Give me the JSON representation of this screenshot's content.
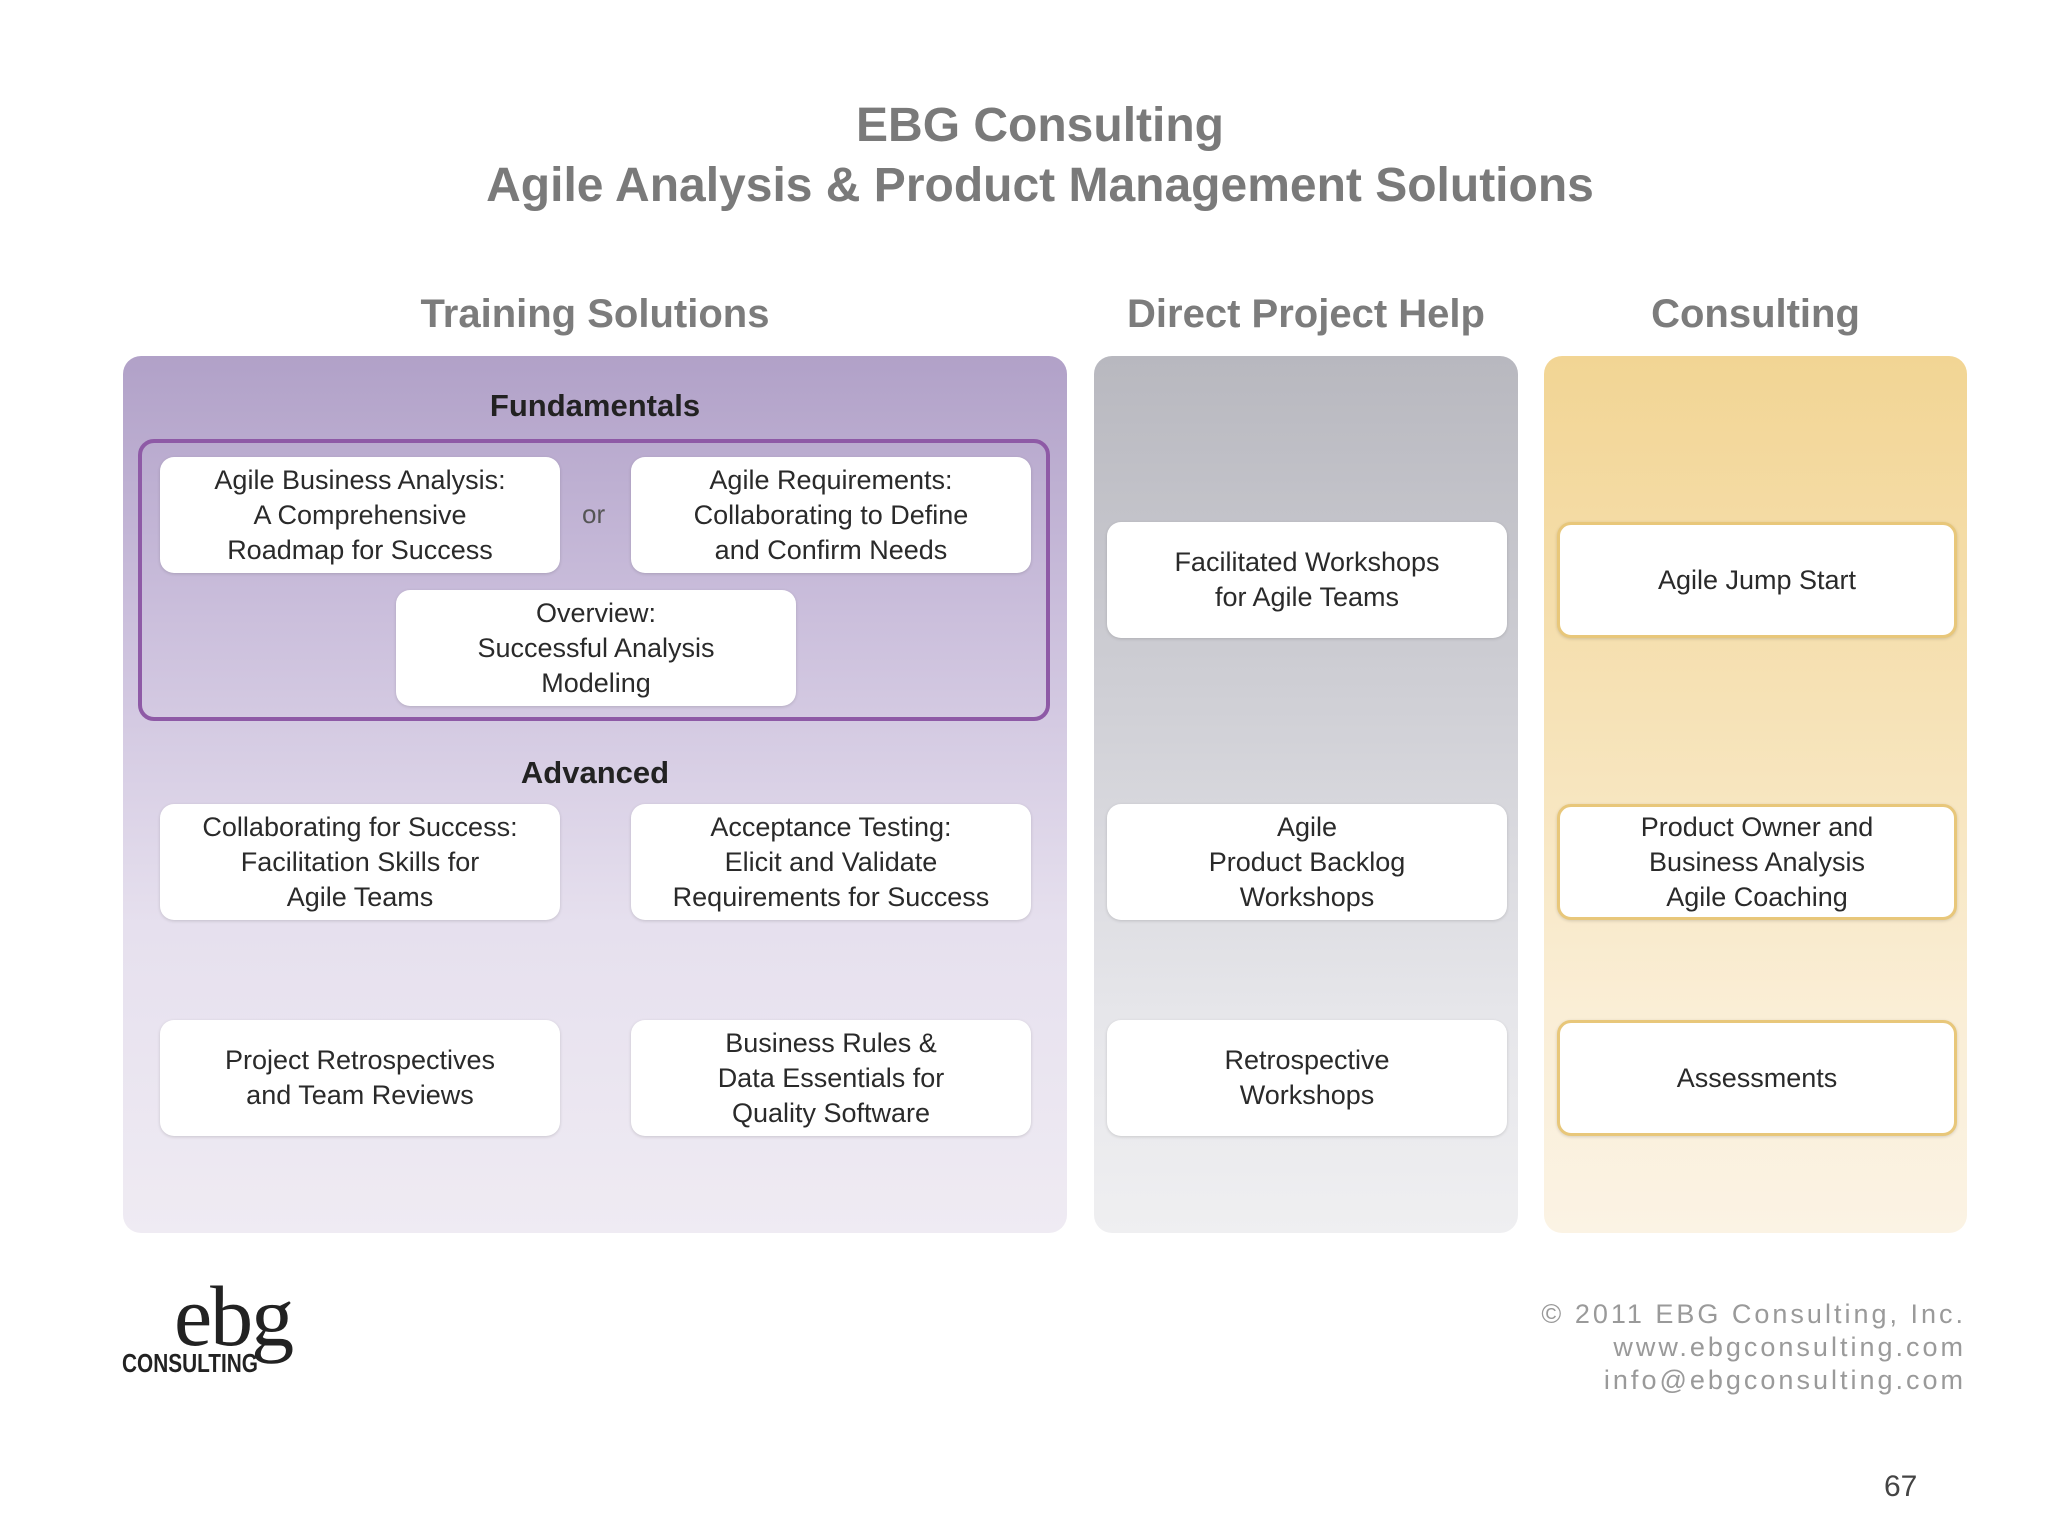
{
  "header": {
    "line1": "EBG Consulting",
    "line2": "Agile Analysis & Product Management Solutions"
  },
  "columns": {
    "training": "Training Solutions",
    "direct": "Direct Project Help",
    "consulting": "Consulting"
  },
  "training": {
    "fundamentals_label": "Fundamentals",
    "advanced_label": "Advanced",
    "or_label": "or",
    "fundamentals": [
      "Agile Business Analysis:\nA Comprehensive\nRoadmap for Success",
      "Agile Requirements:\nCollaborating to Define\nand Confirm Needs",
      "Overview:\nSuccessful Analysis\nModeling"
    ],
    "advanced": [
      "Collaborating for Success:\nFacilitation Skills for\nAgile Teams",
      "Acceptance Testing:\nElicit and Validate\nRequirements for Success",
      "Project Retrospectives\nand Team Reviews",
      "Business Rules &\nData Essentials for\nQuality Software"
    ]
  },
  "direct": [
    "Facilitated Workshops\nfor Agile Teams",
    "Agile\nProduct Backlog\nWorkshops",
    "Retrospective\nWorkshops"
  ],
  "consulting": [
    "Agile Jump Start",
    "Product Owner and\nBusiness Analysis\nAgile Coaching",
    "Assessments"
  ],
  "footer": {
    "logo_text": "ebg",
    "logo_sub": "CONSULTING",
    "copyright": "© 2011 EBG Consulting, Inc.",
    "website": "www.ebgconsulting.com",
    "email": "info@ebgconsulting.com",
    "page_number": "67"
  },
  "colors": {
    "training_accent": "#8e5aa6",
    "consulting_accent": "#e8c77a"
  }
}
